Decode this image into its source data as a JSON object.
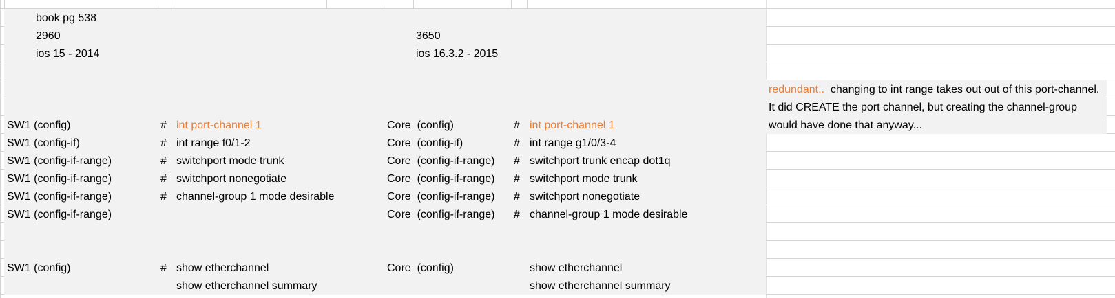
{
  "sheet": {
    "header_block": {
      "book_page": "book pg 538",
      "left_model": "2960",
      "left_ios": "ios 15 - 2014",
      "right_model": "3650",
      "right_ios": "ios 16.3.2 - 2015"
    },
    "sw1_rows": [
      {
        "prompt": "SW1 (config)",
        "hash": "#",
        "cmd": "int port-channel 1"
      },
      {
        "prompt": "SW1 (config-if)",
        "hash": "#",
        "cmd": "int range f0/1-2"
      },
      {
        "prompt": "SW1 (config-if-range)",
        "hash": "#",
        "cmd": "switchport mode trunk"
      },
      {
        "prompt": "SW1 (config-if-range)",
        "hash": "#",
        "cmd": "switchport nonegotiate"
      },
      {
        "prompt": "SW1 (config-if-range)",
        "hash": "#",
        "cmd": "channel-group 1 mode desirable"
      },
      {
        "prompt": "SW1 (config-if-range)",
        "hash": "",
        "cmd": ""
      }
    ],
    "core_rows": [
      {
        "prompt": "Core  (config)",
        "hash": "#",
        "cmd": "int port-channel 1"
      },
      {
        "prompt": "Core  (config-if)",
        "hash": "#",
        "cmd": "int range g1/0/3-4"
      },
      {
        "prompt": "Core  (config-if-range)",
        "hash": "#",
        "cmd": "switchport trunk encap dot1q"
      },
      {
        "prompt": "Core  (config-if-range)",
        "hash": "#",
        "cmd": "switchport mode trunk"
      },
      {
        "prompt": "Core  (config-if-range)",
        "hash": "#",
        "cmd": "switchport nonegotiate"
      },
      {
        "prompt": "Core  (config-if-range)",
        "hash": "#",
        "cmd": "channel-group 1 mode desirable"
      }
    ],
    "show_block": {
      "sw1_prompt": "SW1 (config)",
      "sw1_hash": "#",
      "sw1_cmd1": "show etherchannel",
      "sw1_cmd2": "show etherchannel summary",
      "core_prompt": "Core  (config)",
      "core_cmd1": "show etherchannel",
      "core_cmd2": "show etherchannel summary"
    },
    "note": {
      "highlight": "redundant..",
      "text": "  changing to int range takes out out of this port-channel. It did CREATE the port channel, but creating the channel-group would have done that anyway..."
    },
    "colors": {
      "accent_orange": "#ed7d31",
      "shade_gray": "#f2f2f2",
      "gridline": "#d4d4d4"
    }
  }
}
